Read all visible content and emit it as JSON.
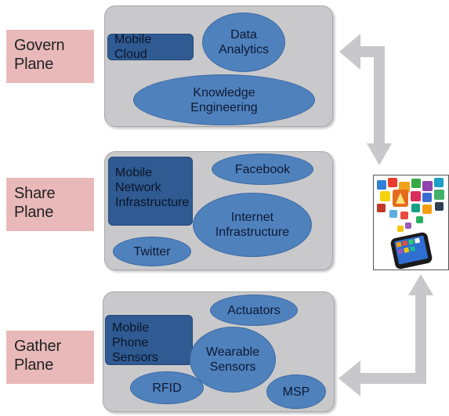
{
  "planes": {
    "govern": {
      "label": "Govern\nPlane",
      "mobile_cloud": "Mobile Cloud",
      "data_analytics": "Data\nAnalytics",
      "knowledge_engineering": "Knowledge\nEngineering"
    },
    "share": {
      "label": "Share\nPlane",
      "mobile_network": "Mobile\nNetwork\nInfrastructure",
      "facebook": "Facebook",
      "internet": "Internet\nInfrastructure",
      "twitter": "Twitter"
    },
    "gather": {
      "label": "Gather\nPlane",
      "mobile_phone_sensors": "Mobile Phone\nSensors",
      "actuators": "Actuators",
      "wearable": "Wearable\nSensors",
      "rfid": "RFID",
      "msp": "MSP"
    }
  },
  "colors": {
    "label_bg": "#e9b9ba",
    "panel_bg": "#c9c9cb",
    "ellipse_fill": "#4f81bd",
    "rect_fill": "#2f5a92",
    "arrow": "#c8c8ca"
  },
  "icons": [
    "smartphone-apps-icon"
  ]
}
